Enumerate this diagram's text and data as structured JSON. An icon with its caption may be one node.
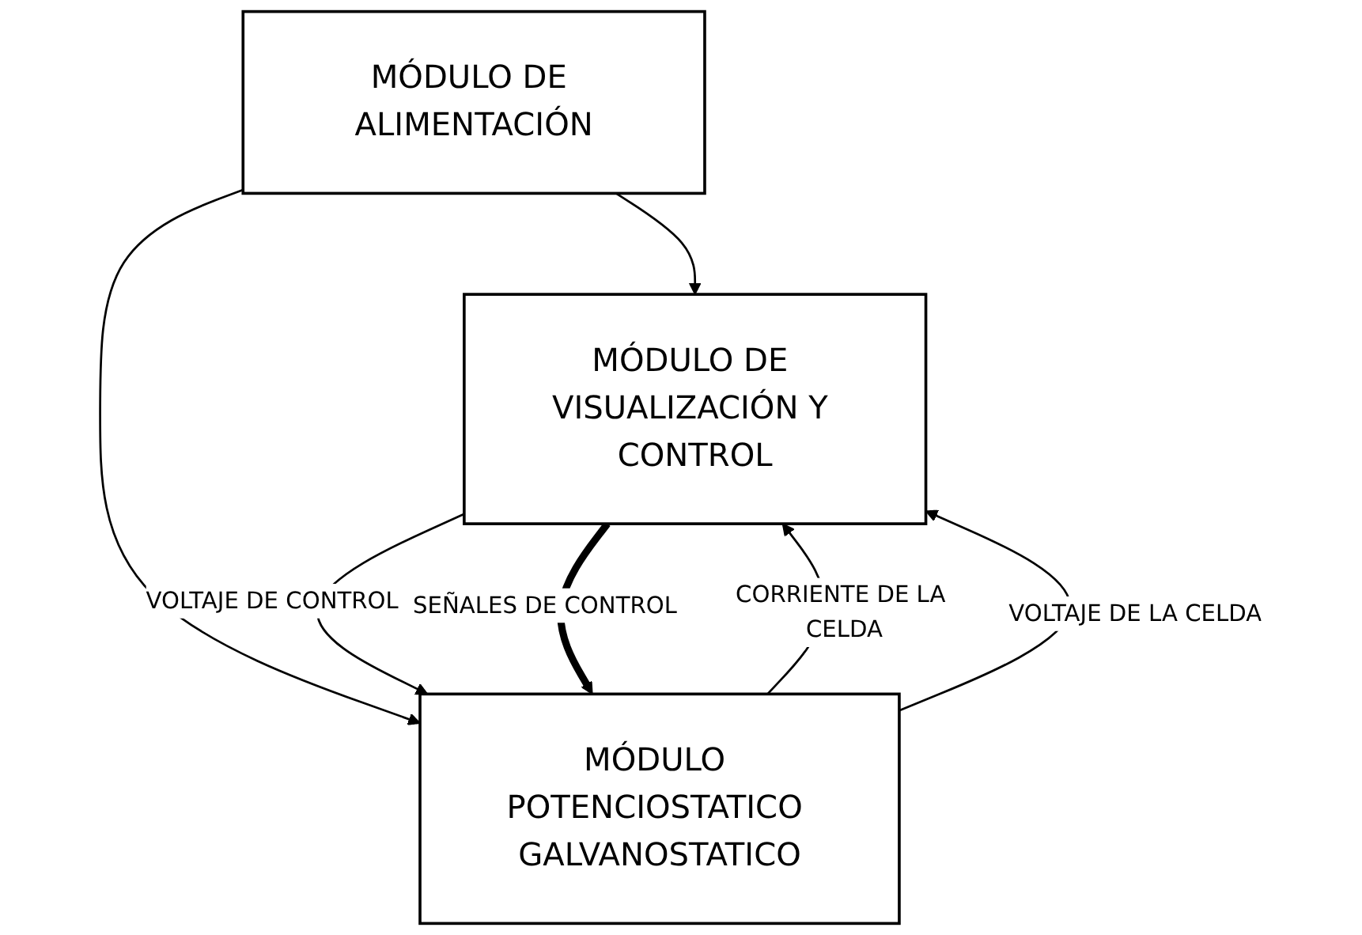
{
  "diagram": {
    "nodes": [
      {
        "text": [
          "MÓDULO DE ALIMENTACIÓN"
        ]
      },
      {
        "text": [
          "MÓDULO DE VISUALIZACIÓN Y CONTROL"
        ]
      },
      {
        "text": [
          "MÓDULO POTENCIOSTATICO GALVANOSTATICO"
        ]
      }
    ],
    "edges": [
      {
        "from": 0,
        "to": 1,
        "arrow": "to"
      },
      {
        "from": 0,
        "to": 2,
        "arrow": "to"
      },
      {
        "from": 2,
        "to": 1,
        "arrow": "to",
        "label": "CORRIENTE DE LA CELDA"
      },
      {
        "from": 2,
        "to": 1,
        "arrow": "to",
        "label": "VOLTAJE DE LA CELDA"
      },
      {
        "from": 1,
        "to": 2,
        "arrow": "to",
        "label": "VOLTAJE DE CONTROL"
      },
      {
        "from": 1,
        "to": 2,
        "arrow": "to",
        "label": "SEÑALES DE CONTROL",
        "style": "thick"
      }
    ]
  }
}
